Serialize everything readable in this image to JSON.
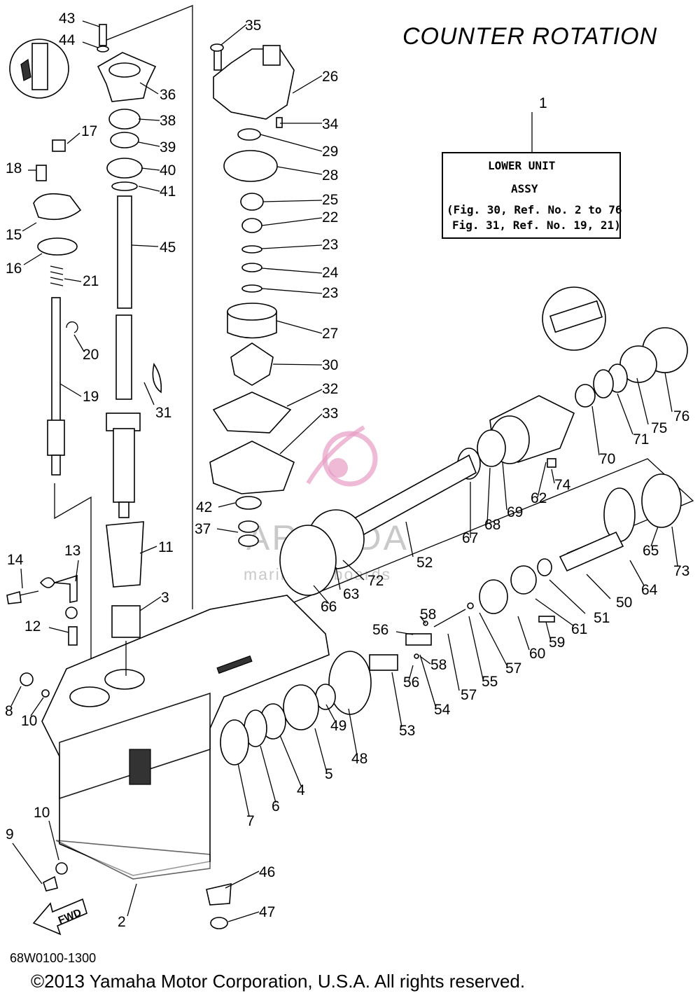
{
  "title": "COUNTER ROTATION",
  "assembly_box": {
    "ref": "1",
    "line1": "LOWER UNIT",
    "line2": "ASSY",
    "line3": "(Fig. 30, Ref. No. 2 to 76",
    "line4": "Fig. 31, Ref. No. 19, 21)"
  },
  "watermark": {
    "brand": "ARMADA",
    "tagline": "marine outboards"
  },
  "fwd_label": "FWD",
  "diagram_code": "68W0100-1300",
  "copyright": "©2013 Yamaha Motor Corporation, U.S.A. All rights reserved.",
  "part_labels": [
    "43",
    "44",
    "17",
    "18",
    "15",
    "16",
    "21",
    "20",
    "19",
    "31",
    "14",
    "13",
    "12",
    "8",
    "10",
    "10",
    "9",
    "2",
    "36",
    "38",
    "39",
    "40",
    "41",
    "45",
    "11",
    "3",
    "35",
    "26",
    "34",
    "29",
    "28",
    "25",
    "22",
    "23",
    "24",
    "23",
    "27",
    "30",
    "32",
    "33",
    "42",
    "37",
    "66",
    "63",
    "72",
    "52",
    "67",
    "68",
    "69",
    "62",
    "74",
    "70",
    "71",
    "75",
    "76",
    "65",
    "73",
    "64",
    "50",
    "51",
    "61",
    "59",
    "60",
    "57",
    "55",
    "57",
    "58",
    "56",
    "58",
    "56",
    "54",
    "53",
    "49",
    "48",
    "5",
    "4",
    "6",
    "7",
    "46",
    "47"
  ]
}
